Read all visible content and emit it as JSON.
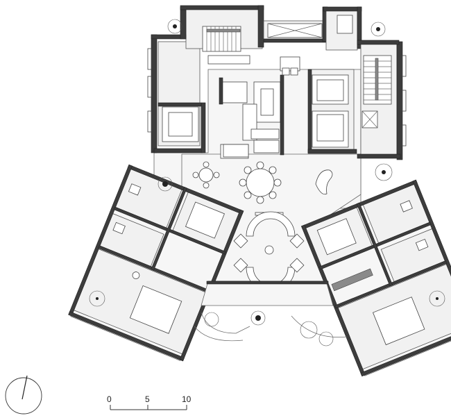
{
  "scale_bar": {
    "labels": [
      "0",
      "5",
      "10"
    ]
  },
  "north_arrow": {
    "icon": "north-arrow-icon"
  },
  "colors": {
    "wall": "#3d3d3d",
    "floor": "#f6f6f6",
    "line": "#555555"
  }
}
